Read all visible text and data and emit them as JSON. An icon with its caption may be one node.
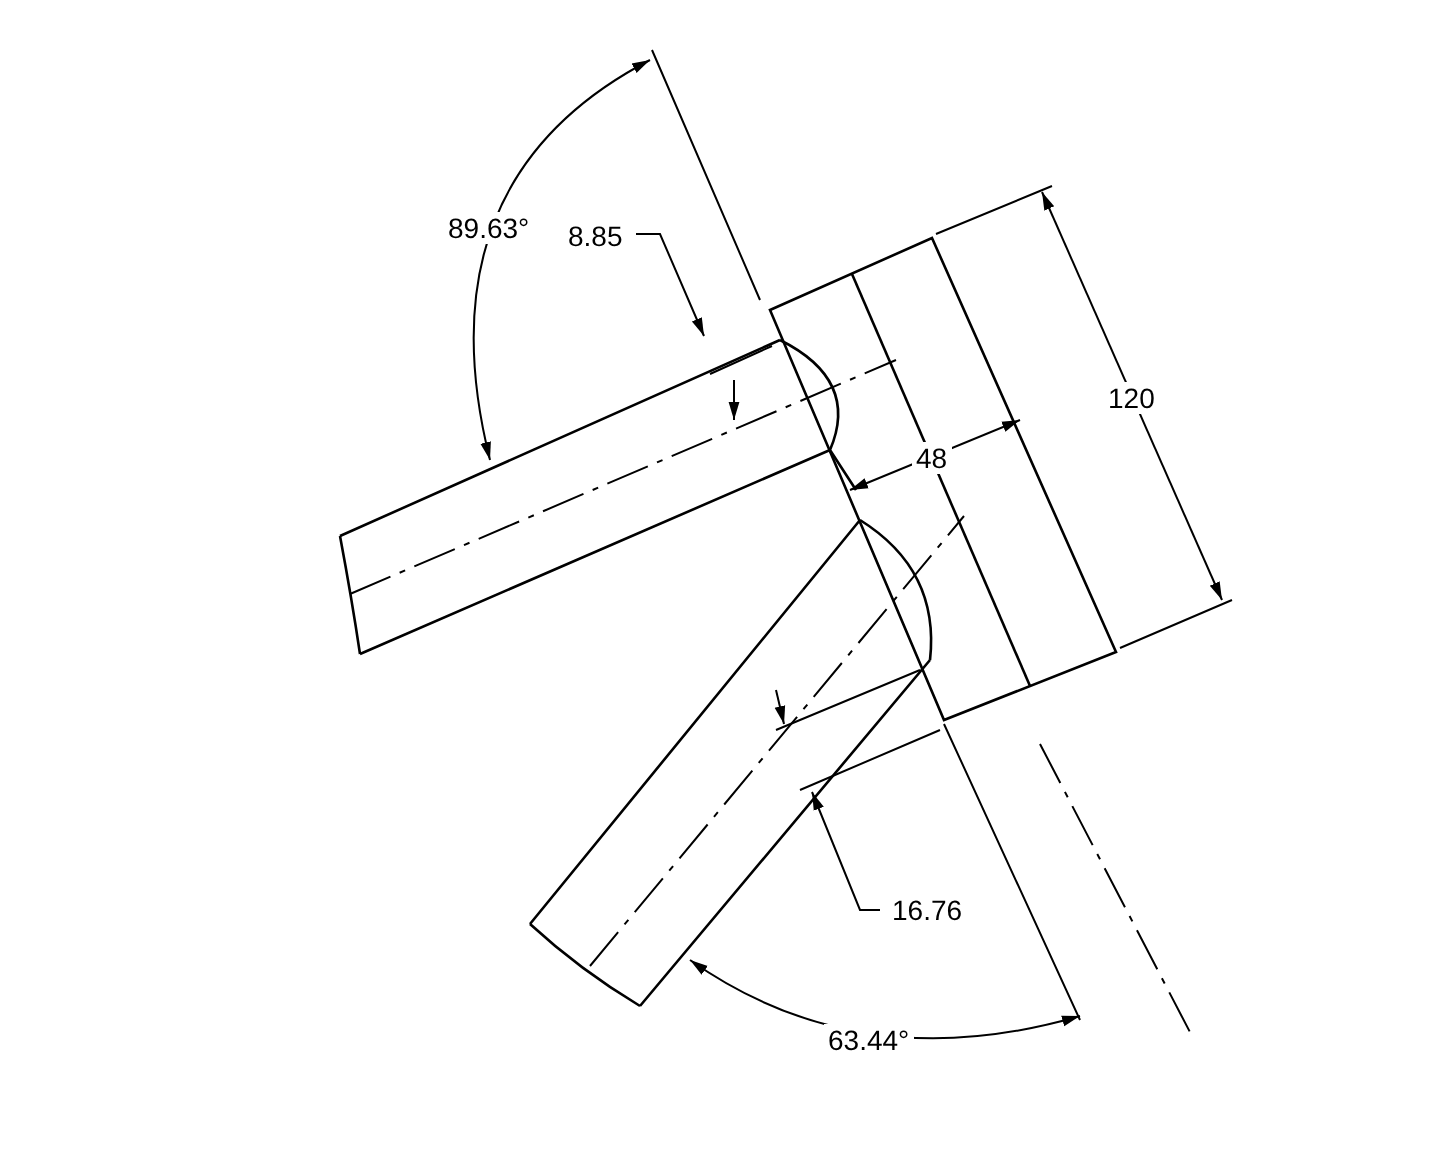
{
  "diagram": {
    "labels": [
      "89.63°",
      "8.85",
      "120",
      "48",
      "16.76",
      "63.44°"
    ]
  }
}
